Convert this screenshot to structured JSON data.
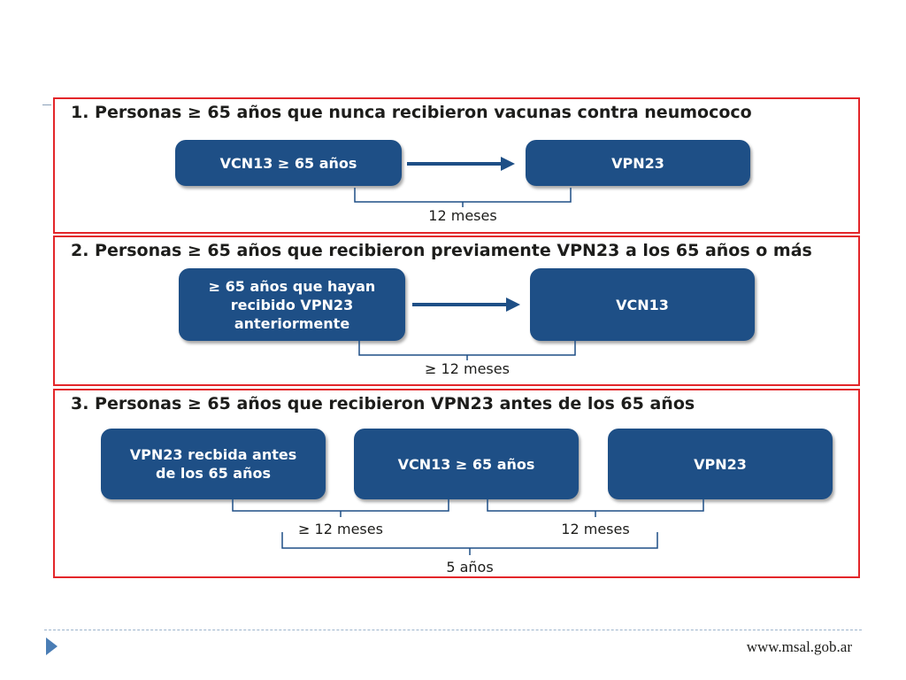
{
  "sections": [
    {
      "title": "1. Personas ≥ 65 años que nunca recibieron vacunas contra neumococo",
      "boxes": [
        "VCN13 ≥ 65 años",
        "VPN23"
      ],
      "intervals": [
        "12 meses"
      ]
    },
    {
      "title": "2. Personas ≥ 65 años que recibieron previamente VPN23 a los 65 años o más",
      "boxes": [
        "≥ 65 años que hayan\nrecibido VPN23\nanteriormente",
        "VCN13"
      ],
      "intervals": [
        "≥ 12 meses"
      ]
    },
    {
      "title": "3. Personas ≥ 65 años que recibieron VPN23 antes de los 65 años",
      "boxes": [
        "VPN23 recbida antes\nde los 65 años",
        "VCN13 ≥ 65 años",
        "VPN23"
      ],
      "intervals": [
        "≥ 12 meses",
        "12 meses",
        "5 años"
      ]
    }
  ],
  "footer": {
    "url": "www.msal.gob.ar"
  },
  "colors": {
    "box": "#1e4f86",
    "border": "#e3262a",
    "text": "#1d1d1b"
  }
}
